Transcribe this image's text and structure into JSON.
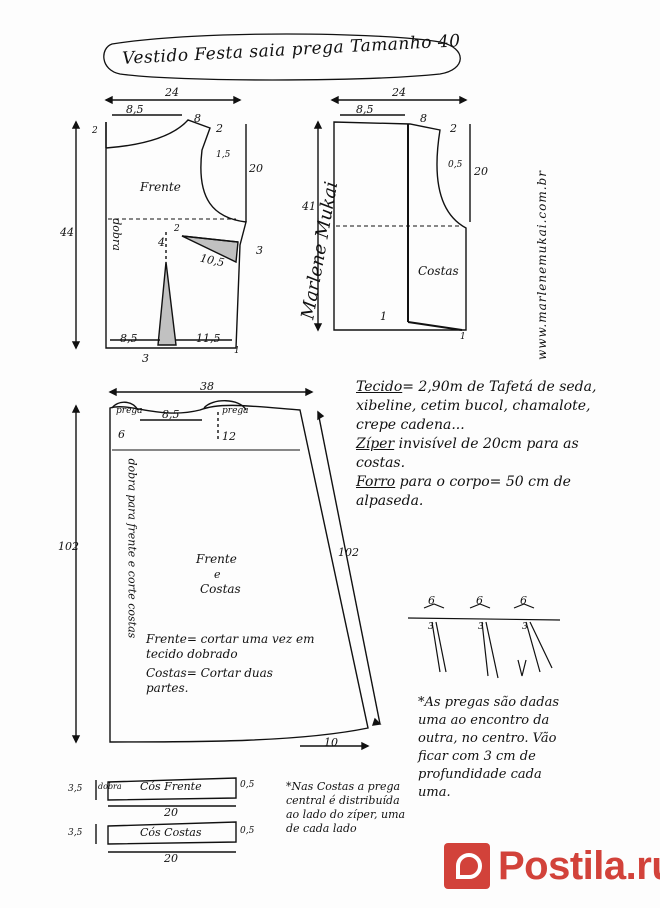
{
  "title": "Vestido Festa saia prega Tamanho 40",
  "front_bodice": {
    "name": "Frente",
    "width": "24",
    "shoulder_offset": "8,5",
    "shoulder": "8",
    "shoulder_drop": "2",
    "neck_top": "2",
    "neck_depth": "1,5",
    "armhole_depth": "20",
    "length": "44",
    "fold": "dobra",
    "dart_top": "4",
    "dart_side_a": "2",
    "dart_side_b": "3",
    "dart_length": "10,5",
    "waist_left": "8,5",
    "waist_right": "11,5",
    "dart_bottom": "3",
    "edge_a": "1"
  },
  "back_bodice": {
    "name": "Costas",
    "width": "24",
    "shoulder_offset": "8,5",
    "shoulder": "8",
    "shoulder_drop": "2",
    "neck_depth": "0,5",
    "armhole_depth": "20",
    "length": "41",
    "hem_mark": "1",
    "edge_a": "1"
  },
  "skirt": {
    "name_line1": "Frente",
    "name_line2": "e",
    "name_line3": "Costas",
    "width": "38",
    "pleat_a": "prega",
    "pleat_a_size": "6",
    "gap": "8,5",
    "pleat_b": "prega",
    "pleat_b_size": "12",
    "length": "102",
    "side_length": "102",
    "hem_extension": "10",
    "fold_note": "dobra para frente e corte costas",
    "cut_front": "Frente= cortar uma vez em tecido dobrado",
    "cut_back": "Costas= Cortar duas partes."
  },
  "material": {
    "fabric_label": "Tecido",
    "fabric": "= 2,90m de Tafetá de seda, xibeline, cetim bucol, chamalote, crepe cadena...",
    "zip_label": "Zíper",
    "zip": " invisível de 20cm para as costas.",
    "lining_label": "Forro",
    "lining": " para o corpo= 50 cm de alpaseda."
  },
  "pleat_diagram": {
    "size": "6",
    "depth": "3",
    "note": "*As pregas são dadas uma ao encontro da outra, no centro. Vão ficar com 3 cm de profundidade cada uma."
  },
  "waistbands": [
    {
      "name": "Cós Frente",
      "height": "3,5",
      "fold": "dobra",
      "length": "20",
      "edge": "0,5"
    },
    {
      "name": "Cós Costas",
      "height": "3,5",
      "length": "20",
      "edge": "0,5"
    }
  ],
  "back_note": "*Nas Costas a prega central é distribuída ao lado do zíper, uma de cada lado",
  "watermark": "www.marlenemukai.com.br",
  "signature": "Marlene Mukai",
  "brand": "Postila.ru",
  "colors": {
    "ink": "#111111",
    "brand": "#d2423a"
  }
}
